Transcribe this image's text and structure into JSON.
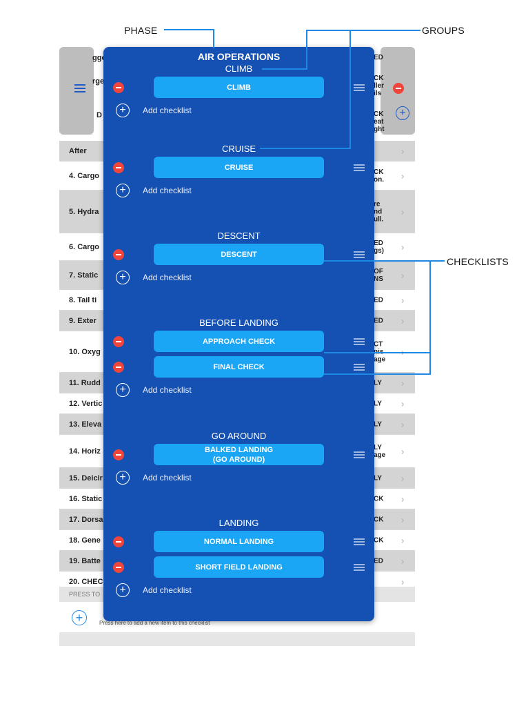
{
  "callouts": {
    "phase": "PHASE",
    "groups": "GROUPS",
    "checklists": "CHECKLISTS"
  },
  "background_rows": [
    {
      "label": "After",
      "right": "",
      "shade": true
    },
    {
      "label": "4. Cargo",
      "right": "CK\non.",
      "shade": false
    },
    {
      "label": "5. Hydra",
      "right": "re\nnd\null.",
      "shade": true
    },
    {
      "label": "6. Cargo",
      "right": "ED\ngs)",
      "shade": false
    },
    {
      "label": "7. Static",
      "right": "OF\nNS",
      "shade": true
    },
    {
      "label": "8. Tail ti",
      "right": "ED",
      "shade": false
    },
    {
      "label": "9. Exter",
      "right": "ED",
      "shade": true
    },
    {
      "label": "10. Oxyg",
      "right": "CT\nnis\nage",
      "shade": false
    },
    {
      "label": "11. Rudd",
      "right": "LY",
      "shade": true
    },
    {
      "label": "12. Vertic",
      "right": "LY",
      "shade": false
    },
    {
      "label": "13. Eleva",
      "right": "LY",
      "shade": true
    },
    {
      "label": "14. Horiz",
      "right": "LY\nage",
      "shade": false
    },
    {
      "label": "15. Deicir",
      "right": "LY",
      "shade": true
    },
    {
      "label": "16. Static",
      "right": "CK",
      "shade": false
    },
    {
      "label": "17. Dorsa",
      "right": "CK",
      "shade": true
    },
    {
      "label": "18. Gene",
      "right": "CK",
      "shade": false
    },
    {
      "label": "19. Batte",
      "right": "ED",
      "shade": true
    },
    {
      "label": "20. CHEC",
      "right": "",
      "shade": false
    }
  ],
  "background_top": {
    "row1": "gge",
    "row1_right": "ED",
    "row2": "rge",
    "row2_right": "CK\nller\nils",
    "row3": "D",
    "row3_right": "CK\neat\nght"
  },
  "press_bar": "PRESS TO",
  "bottom_hint": "Press here to add a new item to this checklist",
  "modal": {
    "title": "AIR OPERATIONS",
    "add_label": "Add checklist",
    "groups": [
      {
        "name": "CLIMB",
        "checklists": [
          "CLIMB"
        ]
      },
      {
        "name": "CRUISE",
        "checklists": [
          "CRUISE"
        ]
      },
      {
        "name": "DESCENT",
        "checklists": [
          "DESCENT"
        ]
      },
      {
        "name": "BEFORE LANDING",
        "checklists": [
          "APPROACH CHECK",
          "FINAL CHECK"
        ]
      },
      {
        "name": "GO AROUND",
        "checklists": [
          "BALKED LANDING\n(GO AROUND)"
        ]
      },
      {
        "name": "LANDING",
        "checklists": [
          "NORMAL LANDING",
          "SHORT FIELD LANDING"
        ]
      }
    ]
  },
  "icons": {
    "delete": "minus-circle-icon",
    "drag": "drag-handle-icon",
    "add": "plus-circle-icon",
    "menu": "hamburger-icon"
  },
  "colors": {
    "modal": "#1551b3",
    "button": "#1aa6f5",
    "delete": "#f0453a",
    "callout_line": "#1e88e5"
  }
}
